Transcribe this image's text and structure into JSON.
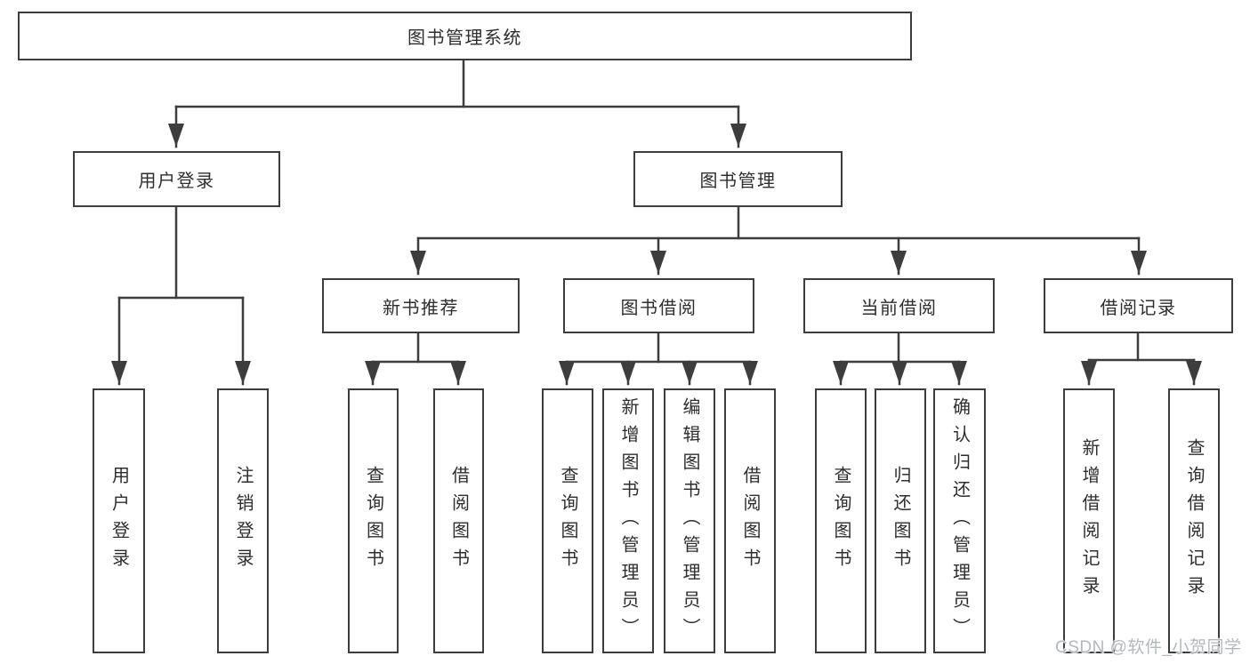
{
  "diagram": {
    "root": {
      "label": "图书管理系统"
    },
    "branches": [
      {
        "label": "用户登录",
        "leaves": [
          {
            "label": "用户登录"
          },
          {
            "label": "注销登录"
          }
        ]
      },
      {
        "label": "图书管理",
        "groups": [
          {
            "label": "新书推荐",
            "leaves": [
              {
                "label": "查询图书"
              },
              {
                "label": "借阅图书"
              }
            ]
          },
          {
            "label": "图书借阅",
            "leaves": [
              {
                "label": "查询图书"
              },
              {
                "label": "新增图书（管理员）"
              },
              {
                "label": "编辑图书（管理员）"
              },
              {
                "label": "借阅图书"
              }
            ]
          },
          {
            "label": "当前借阅",
            "leaves": [
              {
                "label": "查询图书"
              },
              {
                "label": "归还图书"
              },
              {
                "label": "确认归还（管理员）"
              }
            ]
          },
          {
            "label": "借阅记录",
            "leaves": [
              {
                "label": "新增借阅记录"
              },
              {
                "label": "查询借阅记录"
              }
            ]
          }
        ]
      }
    ]
  },
  "watermark": {
    "text": "CSDN @软件_小贺同学"
  },
  "colors": {
    "line": "#3d3d3d",
    "box_border": "#3d3d3d",
    "text": "#2e2e2e",
    "background": "#ffffff",
    "watermark": "#b3b8bf"
  }
}
